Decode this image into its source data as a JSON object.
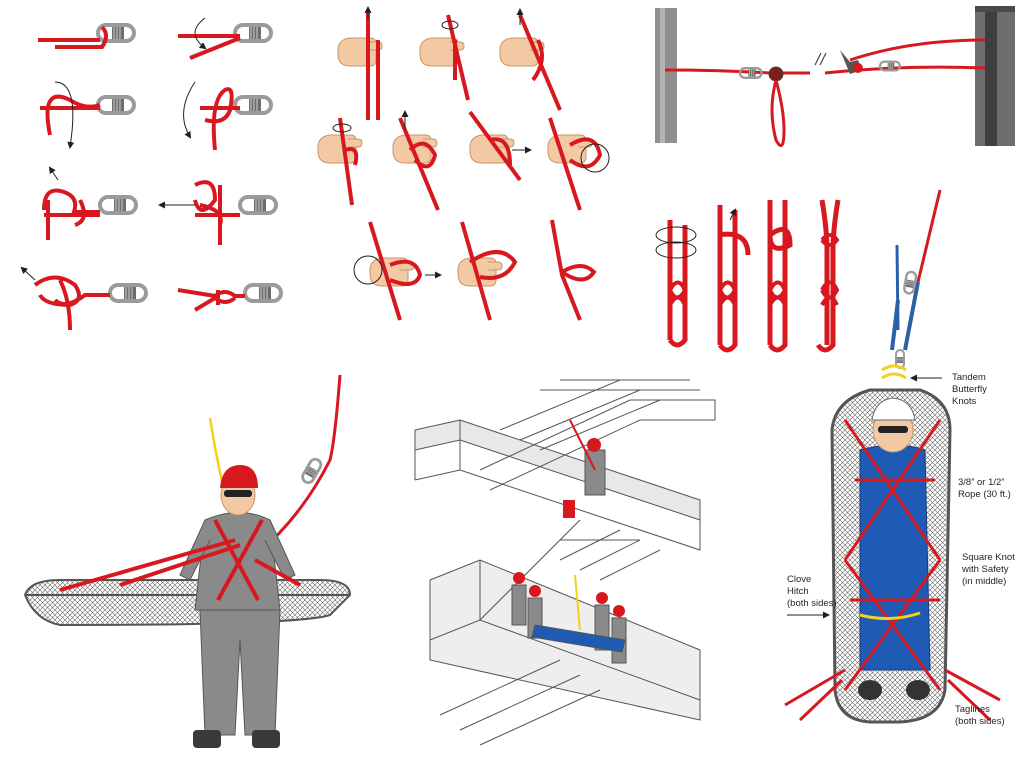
{
  "annotations": {
    "tandem_butterfly": [
      "Tandem",
      "Butterfly",
      "Knots"
    ],
    "rope_size": [
      "3/8” or 1/2”",
      "Rope (30 ft.)"
    ],
    "square_knot": [
      "Square Knot",
      "with Safety",
      "(in middle)"
    ],
    "clove_hitch": [
      "Clove",
      "Hitch",
      "(both sides)"
    ],
    "taglines": [
      "Taglines",
      "(both sides)"
    ]
  },
  "colors": {
    "rope": "#d7191f",
    "blue_rope": "#2c5fa8",
    "yellow_rope": "#f2d21a",
    "steel": "#9a9a9a",
    "suit": "#8a8a8a",
    "helmet": "#d7191f",
    "skin": "#f3c9a4",
    "blue_suit": "#1f5bb5"
  },
  "icons": [
    "carabiner-icon",
    "hand-icon",
    "arrow-icon",
    "rescue-basket-icon",
    "rescuer-figure-icon",
    "staircase-icon",
    "beam-icon"
  ]
}
